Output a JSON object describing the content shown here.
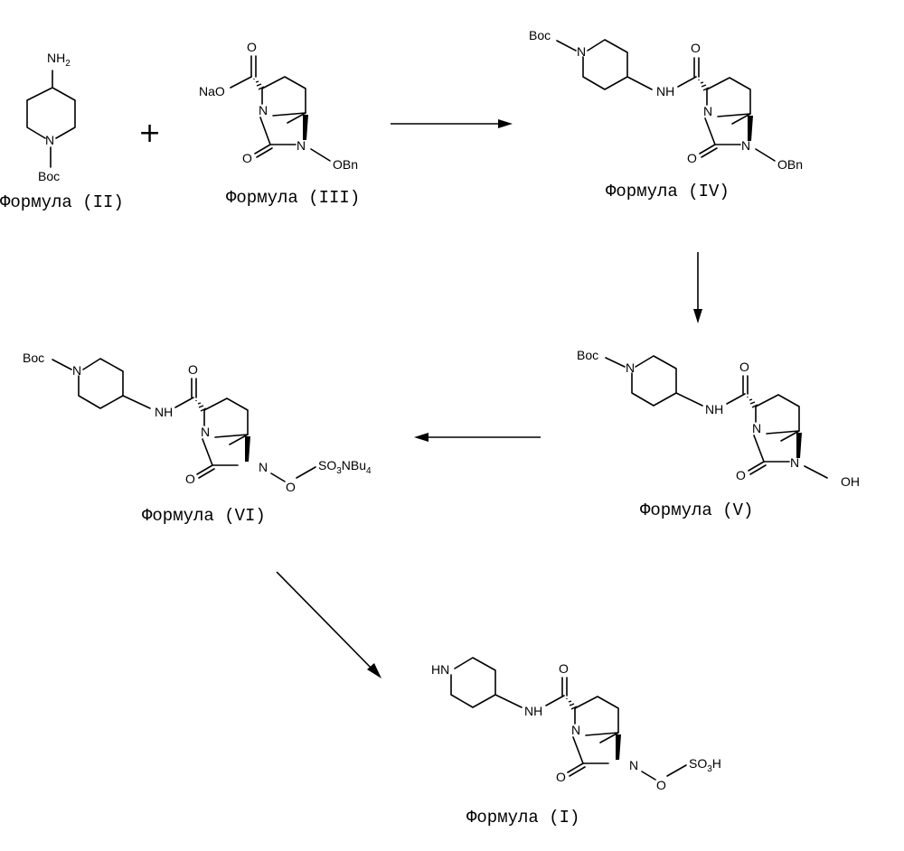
{
  "plus_sign": "+",
  "formulas": {
    "II": {
      "caption": "Формула (II)",
      "nh2": "NH",
      "nh2_sub": "2",
      "n": "N",
      "boc": "Boc"
    },
    "III": {
      "caption": "Формула (III)",
      "nao": "NaO",
      "o_carbonyl": "O",
      "n_ring": "N",
      "n_oxy": "N",
      "o_urea": "O",
      "obn": "OBn"
    },
    "IV": {
      "caption": "Формула (IV)",
      "boc": "Boc",
      "n_pip": "N",
      "nh": "NH",
      "o_amide": "O",
      "n_ring": "N",
      "n_oxy": "N",
      "o_urea": "O",
      "obn": "OBn"
    },
    "V": {
      "caption": "Формула (V)",
      "boc": "Boc",
      "n_pip": "N",
      "nh": "NH",
      "o_amide": "O",
      "n_ring": "N",
      "n_oxy": "N",
      "o_urea": "O",
      "oh": "OH"
    },
    "VI": {
      "caption": "Формула (VI)",
      "boc": "Boc",
      "n_pip": "N",
      "nh": "NH",
      "o_amide": "O",
      "n_ring": "N",
      "n_oxy": "N",
      "o_urea": "O",
      "o_link": "O",
      "so3nbu4_a": "SO",
      "so3nbu4_sub1": "3",
      "so3nbu4_b": "NBu",
      "so3nbu4_sub2": "4"
    },
    "I": {
      "caption": "Формула (I)",
      "hn": "HN",
      "nh": "NH",
      "o_amide": "O",
      "n_ring": "N",
      "n_oxy": "N",
      "o_urea": "O",
      "o_link": "O",
      "so3h_a": "SO",
      "so3h_sub": "3",
      "so3h_b": "H"
    }
  }
}
